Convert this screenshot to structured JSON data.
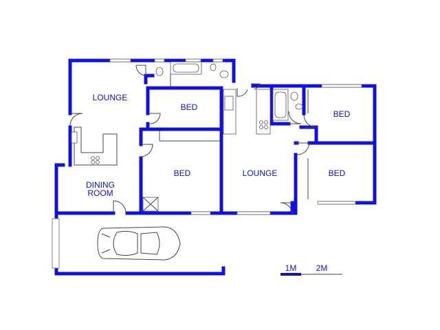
{
  "rooms": {
    "lounge_left": "LOUNGE",
    "bed_top_center": "BED",
    "bed_center": "BED",
    "dining_line1": "DINING",
    "dining_line2": "ROOM",
    "lounge_center": "LOUNGE",
    "bed_top_right": "BED",
    "bed_right": "BED"
  },
  "scale": {
    "label_1m": "1M",
    "label_2m": "2M"
  },
  "colors": {
    "wall": "#1010e0",
    "scale_dark": "#1010c0",
    "scale_light": "#a0a0a0"
  },
  "icons": [
    "car-icon",
    "door-swing-icon",
    "toilet-icon",
    "bathtub-icon",
    "sink-icon",
    "stove-icon"
  ]
}
